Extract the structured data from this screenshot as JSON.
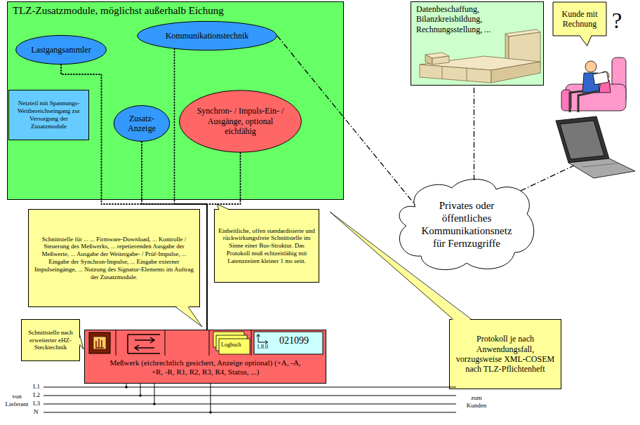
{
  "diagram": {
    "nodes": [
      {
        "text": [
          "TLZ-Zusatzmodule, möglichst außerhalb Eichung"
        ]
      },
      {
        "text": [
          "Lastgangsammler"
        ],
        "in": 0
      },
      {
        "text": [
          "Kommunikationstechnik"
        ],
        "in": 0
      },
      {
        "text": [
          "Zusatz- Anzeige"
        ],
        "in": 0
      },
      {
        "text": [
          "Synchron- / Impuls-Ein- / Ausgänge, optional eichfähig"
        ],
        "in": 0
      },
      {
        "text": [
          "Netzteil mit Spannungs- Weitbereichseingang zur Versorgung der Zusatzmodule"
        ],
        "in": 0
      },
      {
        "text": [
          "Datenbeschaffung, Bilanzkreisbildung, Rechnungsstellung, ..."
        ]
      },
      {
        "text": [
          "Kunde mit Rechnung"
        ]
      },
      {
        "text": [
          "Privates oder öffentliches Kommunikationsnetz für Fernzugriffe"
        ]
      },
      {
        "text": [
          "Schnittstelle für ... ... Firmware-Download, ... Kontrolle / Steuerung des Meßwerks, ... repetierenden Ausgabe der Meßwerte, ... Ausgabe der Weitergabe- / Prüf-Impulse, ... Eingabe der Synchron-Impulse, ... Eingabe externer Impulseingänge, ... Nutzung des Signatur-Elements im Auftrag der Zusatzmodule."
        ]
      },
      {
        "text": [
          "Einheitliche, offen standardisierte und rückwirkungsfreie Schnittstelle im Sinne einer Bus-Struktur. Das Protokoll muß echtzeitfähig mit Latenzzeiten kleiner 1 ms sein."
        ]
      },
      {
        "text": [
          "Schnittstelle nach erweiterter eHZ-Stecktechnik"
        ]
      },
      {
        "text": [
          "Meßwerk (eichrechtlich gesichert, Anzeige optional) (+A, -A, +R, -R, R1, R2, R3, R4, Status, ...)"
        ]
      },
      {
        "text": [
          "Protokoll je nach Anwendungsfall, vorzugsweise XML-COSEM nach TLZ-Pflichtenheft"
        ]
      }
    ],
    "edges": [
      {
        "from": 1,
        "to": 12,
        "arrow": "none"
      },
      {
        "from": 2,
        "to": 12,
        "arrow": "none"
      },
      {
        "from": 3,
        "to": 12,
        "arrow": "none"
      },
      {
        "from": 4,
        "to": 12,
        "arrow": "none"
      },
      {
        "from": 2,
        "to": 8,
        "arrow": "none"
      },
      {
        "from": 8,
        "to": 6,
        "arrow": "none"
      }
    ],
    "labels": [
      "?",
      "Logbuch",
      "1.8.0",
      "021099",
      "L1",
      "L2",
      "L3",
      "N",
      "von Lieferant",
      "zum Kunden"
    ]
  }
}
